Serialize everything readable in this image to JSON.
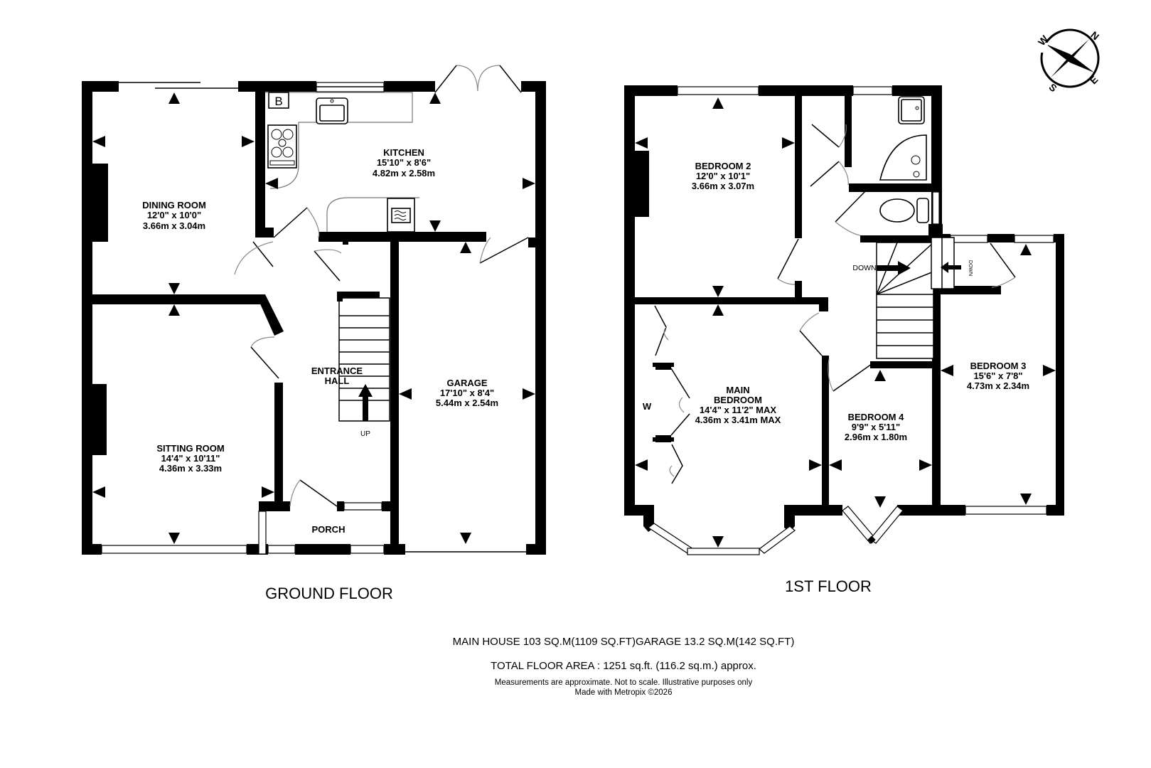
{
  "compass": {
    "north": "N",
    "east": "E",
    "south": "S",
    "west": "W"
  },
  "ground_floor": {
    "title": "GROUND FLOOR",
    "rooms": [
      {
        "name": "DINING ROOM",
        "imperial": "12'0\"  x 10'0\"",
        "metric": "3.66m  x 3.04m"
      },
      {
        "name": "KITCHEN",
        "imperial": "15'10\"  x 8'6\"",
        "metric": "4.82m  x 2.58m"
      },
      {
        "name": "SITTING ROOM",
        "imperial": "14'4\"  x 10'11\"",
        "metric": "4.36m  x 3.33m"
      },
      {
        "name_line1": "ENTRANCE",
        "name_line2": "HALL"
      },
      {
        "name": "GARAGE",
        "imperial": "17'10\"  x 8'4\"",
        "metric": "5.44m  x 2.54m"
      },
      {
        "name": "PORCH"
      }
    ],
    "stair_label": "UP",
    "boiler_label": "B"
  },
  "first_floor": {
    "title": "1ST FLOOR",
    "rooms": [
      {
        "name": "BEDROOM 2",
        "imperial": "12'0\"  x 10'1\"",
        "metric": "3.66m  x 3.07m"
      },
      {
        "name_line1": "MAIN",
        "name_line2": "BEDROOM",
        "imperial": "14'4\"  x 11'2\" MAX",
        "metric": "4.36m  x 3.41m MAX"
      },
      {
        "name": "BEDROOM 4",
        "imperial": "9'9\"  x 5'11\"",
        "metric": "2.96m  x 1.80m"
      },
      {
        "name": "BEDROOM 3",
        "imperial": "15'6\"  x 7'8\"",
        "metric": "4.73m  x 2.34m"
      }
    ],
    "wardrobe_label": "W",
    "stair_label": "DOWN",
    "step_label": "DOWN"
  },
  "summary": {
    "areas": "MAIN HOUSE 103 SQ.M(1109 SQ.FT)GARAGE 13.2 SQ.M(142 SQ.FT)",
    "total": "TOTAL FLOOR AREA : 1251 sq.ft. (116.2 sq.m.) approx.",
    "disclaimer": "Measurements are approximate.  Not to scale.  Illustrative purposes only",
    "credit": "Made with Metropix ©2026"
  }
}
